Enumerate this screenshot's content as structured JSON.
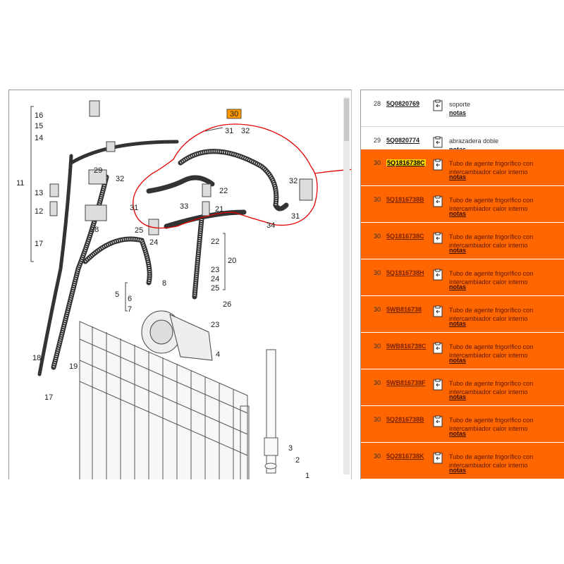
{
  "diagram": {
    "selected_callout": "30",
    "callouts": [
      "31",
      "32",
      "16",
      "15",
      "14",
      "11",
      "13",
      "12",
      "17",
      "29",
      "32",
      "28",
      "31",
      "25",
      "33",
      "24",
      "22",
      "21",
      "32",
      "31",
      "34",
      "22",
      "20",
      "23",
      "24",
      "25",
      "8",
      "5",
      "6",
      "7",
      "26",
      "23",
      "4",
      "18",
      "19",
      "17",
      "3",
      "2",
      "1"
    ]
  },
  "parts": [
    {
      "pos": "28",
      "part_no": "5Q0820769",
      "desc": "soporte",
      "notes": "notas",
      "highlighted": false
    },
    {
      "pos": "29",
      "part_no": "5Q0820774",
      "desc": "abrazadera doble",
      "notes": "notas",
      "highlighted": false
    },
    {
      "pos": "30",
      "part_no": "5Q1816738C",
      "desc": "Tubo de agente frigorífico con intercambiador calor interno",
      "notes": "notas",
      "highlighted": true
    },
    {
      "pos": "30",
      "part_no": "5Q1816738B",
      "desc": "Tubo de agente frigorífico con intercambiador calor interno",
      "notes": "notas",
      "highlighted": true
    },
    {
      "pos": "30",
      "part_no": "5Q1816738C",
      "desc": "Tubo de agente frigorífico con intercambiador calor interno",
      "notes": "notas",
      "highlighted": true
    },
    {
      "pos": "30",
      "part_no": "5Q1816738H",
      "desc": "Tubo de agente frigorífico con intercambiador calor interno",
      "notes": "notas",
      "highlighted": true
    },
    {
      "pos": "30",
      "part_no": "5WB816738",
      "desc": "Tubo de agente frigorífico con intercambiador calor interno",
      "notes": "notas",
      "highlighted": true
    },
    {
      "pos": "30",
      "part_no": "5WB816738C",
      "desc": "Tubo de agente frigorífico con intercambiador calor interno",
      "notes": "notas",
      "highlighted": true
    },
    {
      "pos": "30",
      "part_no": "5WB816738F",
      "desc": "Tubo de agente frigorífico con intercambiador calor interno",
      "notes": "notas",
      "highlighted": true
    },
    {
      "pos": "30",
      "part_no": "5Q2816738B",
      "desc": "Tubo de agente frigorífico con intercambiador calor interno",
      "notes": "notas",
      "highlighted": true
    },
    {
      "pos": "30",
      "part_no": "5Q2816738K",
      "desc": "Tubo de agente frigorífico con intercambiador calor interno",
      "notes": "notas",
      "highlighted": true
    }
  ],
  "colors": {
    "highlight": "#ff6600",
    "annotation": "#e00000",
    "selected_callout": "#ff9900"
  }
}
